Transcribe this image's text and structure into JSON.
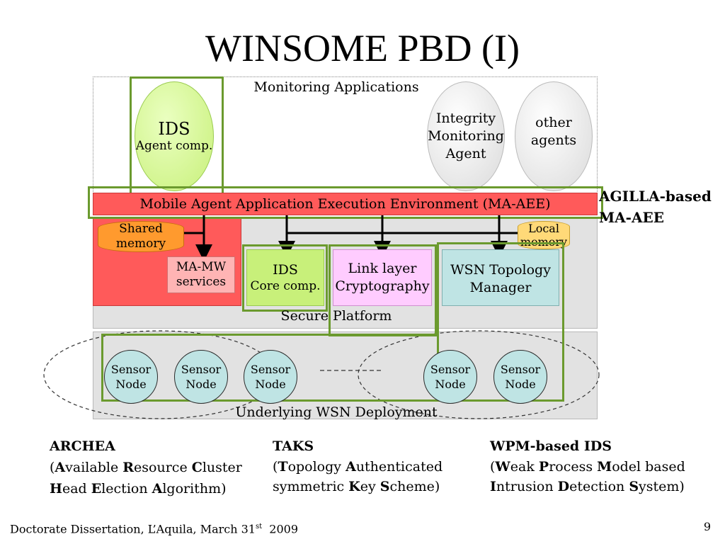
{
  "slide": {
    "title": "WINSOME PBD (I)",
    "footer_left": "Doctorate Dissertation, L’Aquila, March 31",
    "footer_sup": "st",
    "footer_year": "2009",
    "page_number": "9"
  },
  "diagram": {
    "monitoring_label": "Monitoring Applications",
    "ids_agent": {
      "title": "IDS",
      "sub": "Agent comp."
    },
    "integrity_agent": [
      "Integrity",
      "Monitoring",
      "Agent"
    ],
    "other_agents": [
      "other",
      "agents"
    ],
    "maaee_bar": "Mobile Agent Application Execution Environment (MA-AEE)",
    "agilla_label": [
      "AGILLA-based",
      "MA-AEE"
    ],
    "shared_memory": [
      "Shared",
      "memory"
    ],
    "local_memory": [
      "Local",
      "memory"
    ],
    "mamw_services": [
      "MA-MW",
      "services"
    ],
    "ids_core": {
      "title": "IDS",
      "sub": "Core comp."
    },
    "link_layer": [
      "Link layer",
      "Cryptography"
    ],
    "topology_manager": [
      "WSN Topology",
      "Manager"
    ],
    "secure_platform": "Secure Platform",
    "sensor_node": [
      "Sensor",
      "Node"
    ],
    "wsn_label": "Underlying WSN Deployment",
    "colors": {
      "accent_green": "#6b9a2e",
      "bar_red": "#ff5a5a",
      "node_fill": "#bfe4e4"
    }
  },
  "notes": {
    "archea": {
      "head": "ARCHEA",
      "line1": [
        "(",
        "A",
        "vailable ",
        "R",
        "esource ",
        "C",
        "luster"
      ],
      "line2": [
        "H",
        "ead ",
        "E",
        "lection ",
        "A",
        "lgorithm)"
      ]
    },
    "taks": {
      "head": "TAKS",
      "line1": [
        "(",
        "T",
        "opology ",
        "A",
        "uthenticated"
      ],
      "line2": [
        "symmetric ",
        "K",
        "ey ",
        "S",
        "cheme)"
      ]
    },
    "wpm": {
      "head": "WPM-based IDS",
      "line1": [
        "(",
        "W",
        "eak ",
        "P",
        "rocess ",
        "M",
        "odel based"
      ],
      "line2": [
        "I",
        "ntrusion ",
        "D",
        "etection ",
        "S",
        "ystem)"
      ]
    }
  }
}
